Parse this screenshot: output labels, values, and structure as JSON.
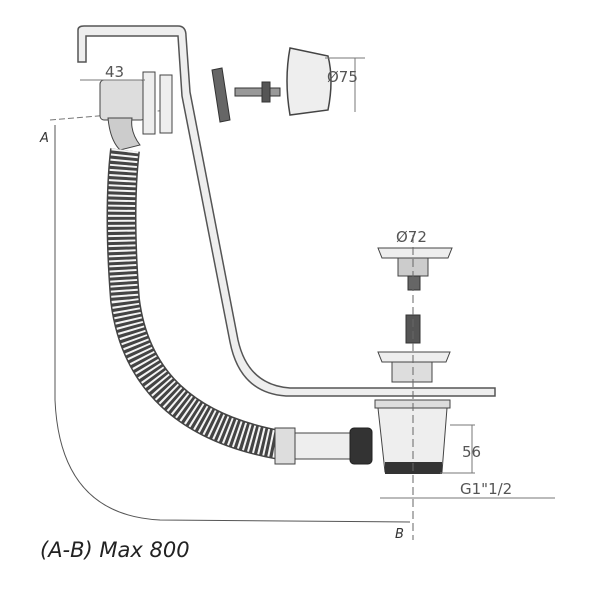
{
  "dimensions": {
    "overflow_depth": "43",
    "overflow_cap_diameter": "Ø75",
    "plug_diameter": "Ø72",
    "waste_height": "56",
    "thread": "G1\"1/2"
  },
  "points": {
    "a": "A",
    "b": "B"
  },
  "caption": "(A-B) Max 800"
}
